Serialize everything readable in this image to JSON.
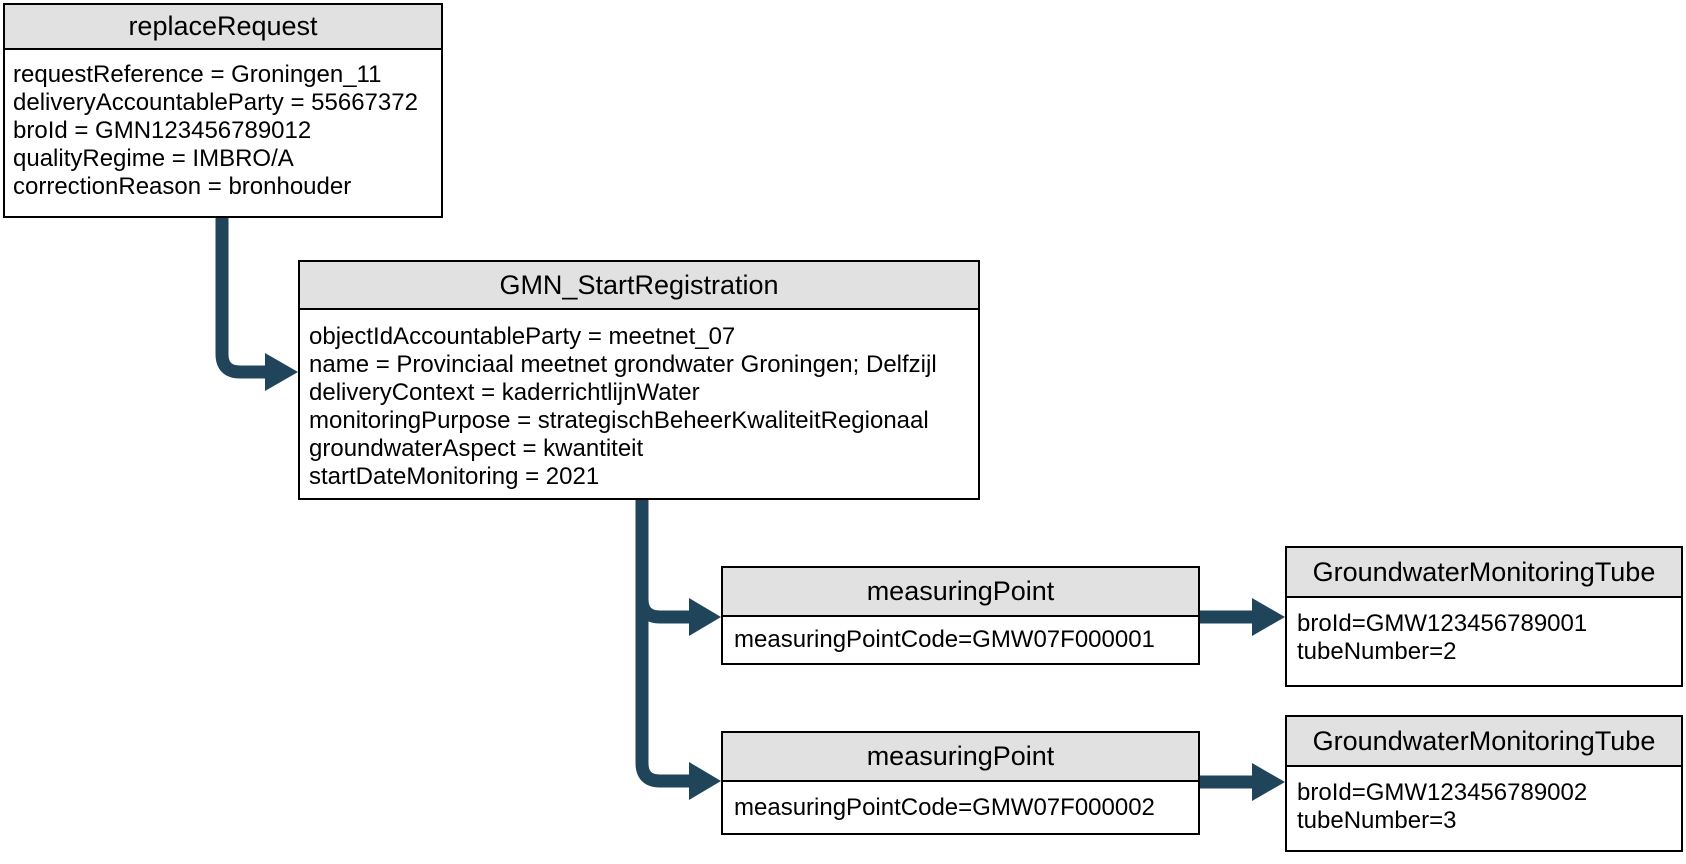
{
  "colors": {
    "arrow": "#20455B",
    "header_fill": "#E1E1E1",
    "border": "#000000",
    "node_fill": "#FFFFFF",
    "text": "#000000",
    "background": "#FFFFFF"
  },
  "nodes": {
    "replace_request": {
      "title": "replaceRequest",
      "attributes": [
        "requestReference = Groningen_11",
        "deliveryAccountableParty = 55667372",
        "broId = GMN123456789012",
        "qualityRegime = IMBRO/A",
        "correctionReason = bronhouder"
      ]
    },
    "gmn_start_registration": {
      "title": "GMN_StartRegistration",
      "attributes": [
        "objectIdAccountableParty = meetnet_07",
        "name = Provinciaal meetnet grondwater Groningen; Delfzijl",
        "deliveryContext = kaderrichtlijnWater",
        "monitoringPurpose = strategischBeheerKwaliteitRegionaal",
        "groundwaterAspect = kwantiteit",
        "startDateMonitoring = 2021"
      ]
    },
    "measuring_point_1": {
      "title": "measuringPoint",
      "attributes": [
        "measuringPointCode=GMW07F000001"
      ]
    },
    "measuring_point_2": {
      "title": "measuringPoint",
      "attributes": [
        "measuringPointCode=GMW07F000002"
      ]
    },
    "tube_1": {
      "title": "GroundwaterMonitoringTube",
      "attributes": [
        "broId=GMW123456789001",
        "tubeNumber=2"
      ]
    },
    "tube_2": {
      "title": "GroundwaterMonitoringTube",
      "attributes": [
        "broId=GMW123456789002",
        "tubeNumber=3"
      ]
    }
  },
  "connections": [
    {
      "from": "replaceRequest",
      "to": "GMN_StartRegistration"
    },
    {
      "from": "GMN_StartRegistration",
      "to": "measuringPoint (GMW07F000001)"
    },
    {
      "from": "GMN_StartRegistration",
      "to": "measuringPoint (GMW07F000002)"
    },
    {
      "from": "measuringPoint (GMW07F000001)",
      "to": "GroundwaterMonitoringTube (GMW123456789001)"
    },
    {
      "from": "measuringPoint (GMW07F000002)",
      "to": "GroundwaterMonitoringTube (GMW123456789002)"
    }
  ]
}
